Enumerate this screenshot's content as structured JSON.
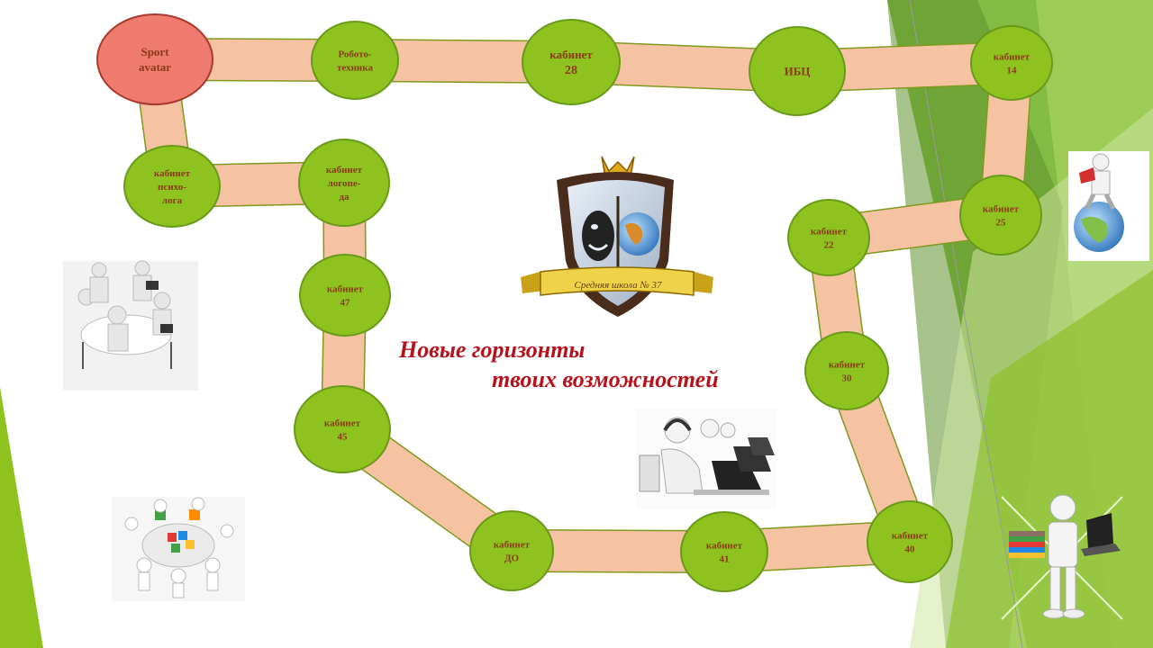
{
  "slogan": {
    "line1": "Новые горизонты",
    "line2": "твоих  возможностей"
  },
  "emblem": {
    "banner_text": "Средняя школа № 37"
  },
  "colors": {
    "node_fill": "#8dc21f",
    "node_border": "#6a9a1a",
    "start_fill": "#ee7b6e",
    "path_fill": "#f5c2a2",
    "path_border": "#7f9a1f",
    "label_color": "#8b3a1a",
    "slogan_color": "#b5121b",
    "accent_green": "#7cb83a"
  },
  "nodes": [
    {
      "id": "sport-avatar",
      "lines": [
        "Sport",
        "avatar"
      ],
      "start": true
    },
    {
      "id": "robotics",
      "lines": [
        "Робото-",
        "техника"
      ]
    },
    {
      "id": "room-28",
      "lines": [
        "кабинет",
        "28"
      ]
    },
    {
      "id": "ibc",
      "lines": [
        "ИБЦ"
      ]
    },
    {
      "id": "room-14",
      "lines": [
        "кабинет",
        "14"
      ]
    },
    {
      "id": "room-25",
      "lines": [
        "кабинет",
        "25"
      ]
    },
    {
      "id": "room-22",
      "lines": [
        "кабинет",
        "22"
      ]
    },
    {
      "id": "room-30",
      "lines": [
        "кабинет",
        "30"
      ]
    },
    {
      "id": "room-40",
      "lines": [
        "кабинет",
        "40"
      ]
    },
    {
      "id": "room-41",
      "lines": [
        "кабинет",
        "41"
      ]
    },
    {
      "id": "room-do",
      "lines": [
        "кабинет",
        "ДО"
      ]
    },
    {
      "id": "room-45",
      "lines": [
        "кабинет",
        "45"
      ]
    },
    {
      "id": "room-47",
      "lines": [
        "кабинет",
        "47"
      ]
    },
    {
      "id": "speech-therapist",
      "lines": [
        "кабинет",
        "логопе-",
        "да"
      ]
    },
    {
      "id": "psychologist",
      "lines": [
        "кабинет",
        "психо-",
        "лога"
      ]
    }
  ],
  "icons": [
    "meeting-people-icon",
    "puzzle-team-icon",
    "call-center-icon",
    "globe-reader-icon",
    "books-laptop-icon",
    "school-emblem-icon"
  ]
}
